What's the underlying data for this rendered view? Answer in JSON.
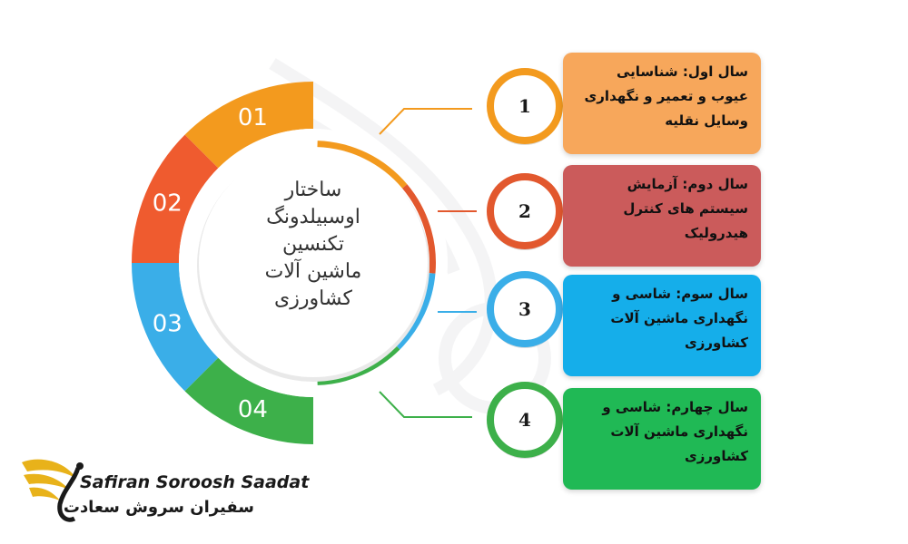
{
  "center": {
    "lines": [
      "ساختار",
      "اوسبیلدونگ",
      "تکنسین",
      "ماشین آلات",
      "کشاورزی"
    ]
  },
  "ring_segments": [
    {
      "label": "01",
      "color": "#F39A1E"
    },
    {
      "label": "02",
      "color": "#EF5B2F"
    },
    {
      "label": "03",
      "color": "#3AAEE8"
    },
    {
      "label": "04",
      "color": "#3DB04A"
    }
  ],
  "steps": [
    {
      "number": "1",
      "color": "#F39A1E",
      "card_color": "#F7A75B",
      "text": "سال اول: شناسایی عیوب و تعمیر و نگهداری وسایل نقلیه"
    },
    {
      "number": "2",
      "color": "#E2582E",
      "card_color": "#CB5B5B",
      "text": "سال دوم: آزمایش سیستم های کنترل هیدرولیک"
    },
    {
      "number": "3",
      "color": "#3AAEE8",
      "card_color": "#15AEEA",
      "text": "سال سوم: شاسی و نگهداری ماشین آلات کشاورزی"
    },
    {
      "number": "4",
      "color": "#3DB04A",
      "card_color": "#20B955",
      "text": "سال چهارم: شاسی و نگهداری ماشین آلات کشاورزی"
    }
  ],
  "brand": {
    "name_en": "Safiran Soroosh Saadat",
    "name_fa": "سفیران سروش سعادت",
    "logo_icon": "golden-wing-logo-icon",
    "logo_color": "#E8B21A"
  }
}
